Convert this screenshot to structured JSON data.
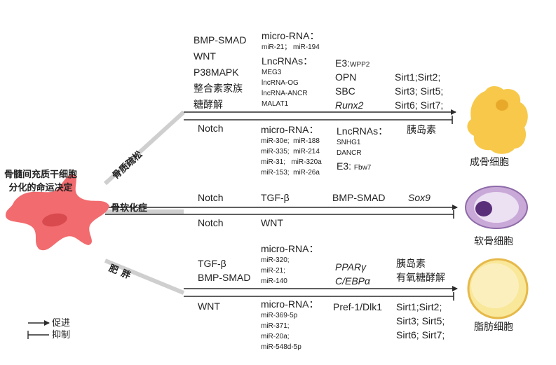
{
  "title": [
    "骨髓间充质干细胞",
    "分化的命运决定"
  ],
  "legend": {
    "promote": "促进",
    "inhibit": "抑制"
  },
  "branches": {
    "osteoporosis": {
      "label": "骨质疏松",
      "cell": "成骨细胞",
      "promote_col1": [
        "BMP-SMAD",
        "WNT",
        "P38MAPK",
        "整合素家族",
        "糖酵解"
      ],
      "promote_mirna_title": "micro-RNA：",
      "promote_mirna": "miR-21； miR-194",
      "promote_lnc_title": "LncRNAs：",
      "promote_lnc": [
        "MEG3",
        "lncRNA-OG",
        "lncRNA-ANCR",
        "MALAT1"
      ],
      "promote_e3_prefix": "E3:",
      "promote_e3_sub": "WPP2",
      "promote_col3": [
        "OPN",
        "SBC"
      ],
      "promote_runx2": "Runx2",
      "promote_sirt": [
        "Sirt1;Sirt2;",
        "Sirt3; Sirt5;",
        "Sirt6; Sirt7;"
      ],
      "inhibit_col1": "Notch",
      "inhibit_mirna_title": "micro-RNA：",
      "inhibit_mirna": [
        "miR-30e;  miR-188",
        "miR-335;  miR-214",
        "miR-31;   miR-320a",
        "miR-153;  miR-26a"
      ],
      "inhibit_lnc_title": "LncRNAs：",
      "inhibit_lnc": [
        "SNHG1",
        "DANCR"
      ],
      "inhibit_e3_prefix": "E3:",
      "inhibit_e3_sub": "Fbw7",
      "inhibit_insulin": "胰岛素"
    },
    "chondro": {
      "label": "骨软化症",
      "cell": "软骨细胞",
      "promote": [
        "Notch",
        "TGF-β",
        "BMP-SMAD"
      ],
      "promote_sox9": "Sox9",
      "inhibit": [
        "Notch",
        "WNT"
      ]
    },
    "obesity": {
      "label": "肥胖",
      "cell": "脂肪细胞",
      "promote_col1": [
        "TGF-β",
        "BMP-SMAD"
      ],
      "promote_mirna_title": "micro-RNA：",
      "promote_mirna": [
        "miR-320;",
        "miR-21;",
        "miR-140"
      ],
      "promote_tf": [
        "PPARγ",
        "C/EBPα"
      ],
      "promote_right": [
        "胰岛素",
        "有氧糖酵解"
      ],
      "inhibit_col1": "WNT",
      "inhibit_mirna_title": "micro-RNA：",
      "inhibit_mirna": [
        "miR-369-5p",
        "miR-371;",
        "miR-20a;",
        "miR-548d-5p"
      ],
      "inhibit_pref": "Pref-1/Dlk1",
      "inhibit_sirt": [
        "Sirt1;Sirt2;",
        "Sirt3; Sirt5;",
        "Sirt6; Sirt7;"
      ]
    }
  },
  "colors": {
    "line": "#2b2b2b",
    "stem_cell": "#f26b6e",
    "stem_nucleus": "#d94a4f",
    "osteoblast": "#f7c84a",
    "chondrocyte": "#c9a9d8",
    "adipocyte": "#f9e79a"
  }
}
